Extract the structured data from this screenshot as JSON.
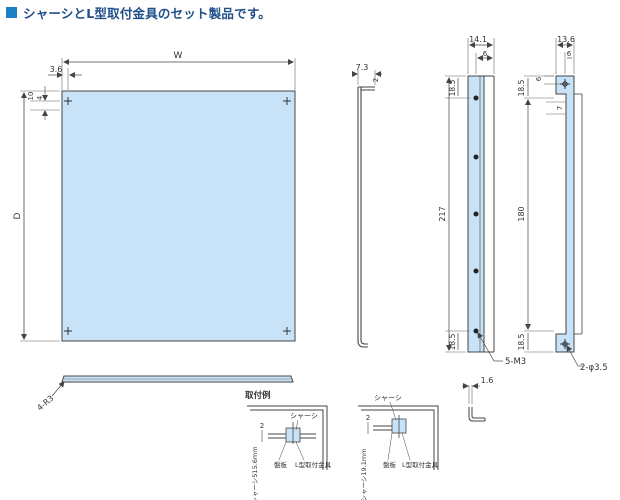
{
  "header": {
    "title": "シャーシとL型取付金具のセット製品です。"
  },
  "colors": {
    "accent": "#1a7fc4",
    "plate": "#c8e3f7",
    "bracket": "#c8e3f7",
    "line": "#444444"
  },
  "chassis_front": {
    "dim_w": "W",
    "dim_d": "D",
    "dim_left_offset": "3.6",
    "dim_top_offset": "4",
    "dim_slot": "10"
  },
  "chassis_side": {
    "dim_thickness": "7.3",
    "dim_flange": "2"
  },
  "bottom_view": {
    "corner_radius": "4-R3"
  },
  "bracket_a": {
    "dim_width": "14.1",
    "dim_inner": "6",
    "dim_end_top": "18.5",
    "dim_end_bottom": "18.5",
    "dim_length": "217",
    "hole_callout": "5-M3"
  },
  "bracket_b": {
    "dim_width": "13.6",
    "dim_inner": "6",
    "dim_small": "6",
    "dim_slot": "7",
    "dim_end_top": "18.5",
    "dim_end_bottom": "18.5",
    "dim_length": "180",
    "hole_callout": "2-φ3.5"
  },
  "l_profile": {
    "dim_thickness": "1.6"
  },
  "mounting": {
    "title": "取付例",
    "left": {
      "dim": "2",
      "chassis_label": "シャーシ",
      "panel_label": "盤板",
      "bracket_label": "L型取付金具",
      "side_dim": "シャーシ515.6mm"
    },
    "right": {
      "dim": "2",
      "chassis_label": "シャーシ",
      "panel_label": "盤板",
      "bracket_label": "L型取付金具",
      "side_dim": "シャーシ19.1mm"
    }
  }
}
